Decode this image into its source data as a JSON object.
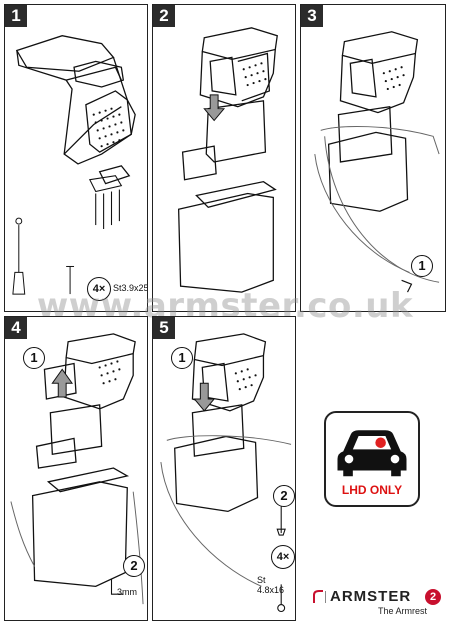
{
  "panels": [
    {
      "number": "1"
    },
    {
      "number": "2"
    },
    {
      "number": "3"
    },
    {
      "number": "4"
    },
    {
      "number": "5"
    }
  ],
  "step_markers": {
    "p3_step": "1",
    "p4_step1": "1",
    "p4_step2": "2",
    "p5_step1": "1",
    "p5_step2": "2"
  },
  "screws": {
    "count_label": "4×",
    "size_label": "St3.9x25",
    "p5_count_label": "4×",
    "p5_size_label": "St 4.8x16",
    "gap_label": "3mm"
  },
  "watermark": "www.armster.co.uk",
  "lhd": {
    "label": "LHD ONLY",
    "car_color": "#111111",
    "dot_color": "#e02020"
  },
  "brand": {
    "name": "ARMSTER",
    "tagline": "The Armrest",
    "badge": "2",
    "accent": "#c8102e"
  }
}
